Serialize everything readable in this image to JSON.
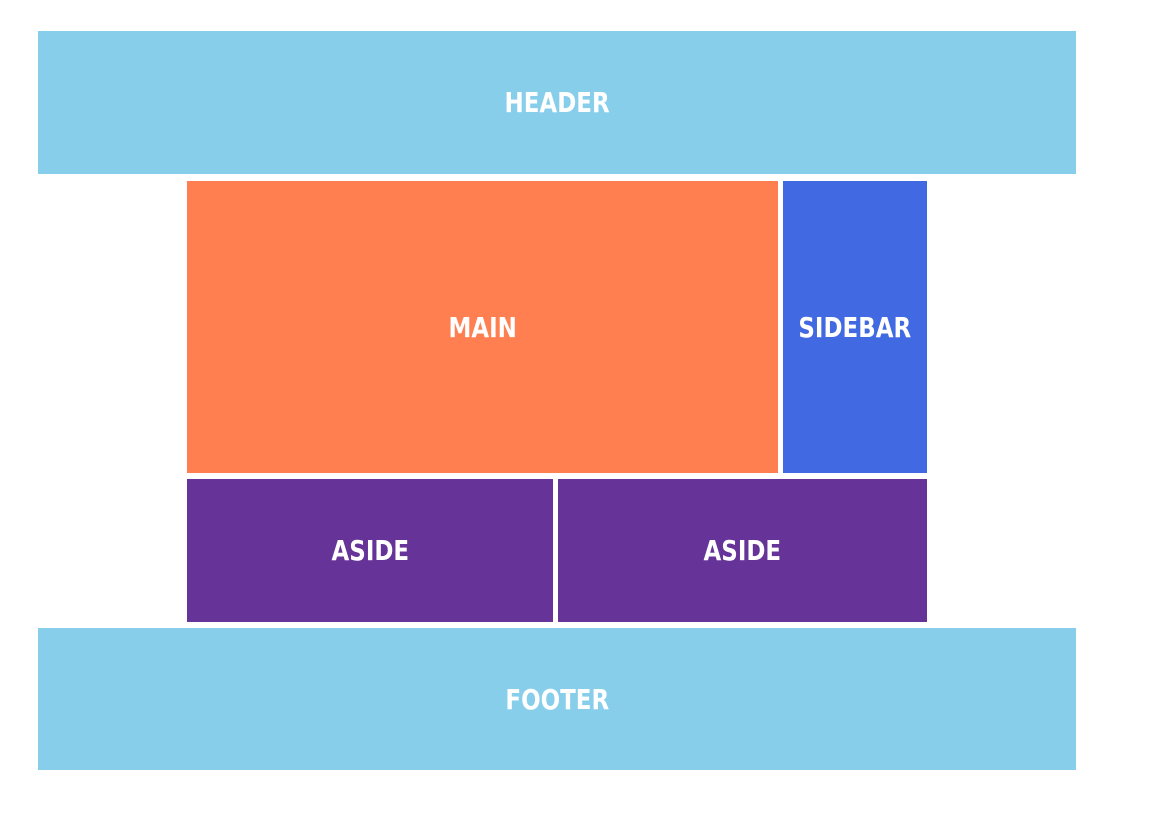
{
  "colors": {
    "header": "#87CEEB",
    "main": "#FF7F50",
    "sidebar": "#4169E1",
    "aside": "#663399",
    "footer": "#87CEEB",
    "text": "#FFFFFF"
  },
  "blocks": {
    "header": "HEADER",
    "main": "MAIN",
    "sidebar": "SIDEBAR",
    "aside_left": "ASIDE",
    "aside_right": "ASIDE",
    "footer": "FOOTER"
  }
}
